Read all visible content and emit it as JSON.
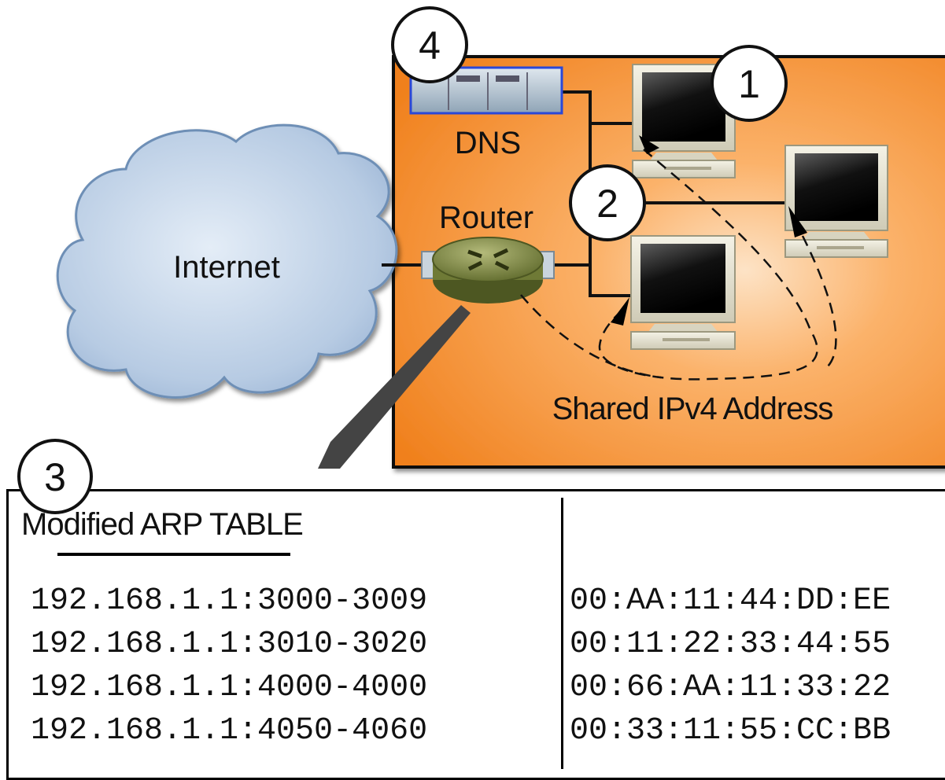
{
  "diagram": {
    "cloud_label": "Internet",
    "dns_label": "DNS",
    "router_label": "Router",
    "shared_label": "Shared IPv4 Address",
    "markers": [
      "1",
      "2",
      "3",
      "4"
    ],
    "network_fill": "#f58a1f"
  },
  "arp_table": {
    "title": "Modified ARP TABLE",
    "ip_ranges": [
      "192.168.1.1:3000-3009",
      "192.168.1.1:3010-3020",
      "192.168.1.1:4000-4000",
      "192.168.1.1:4050-4060"
    ],
    "mac_addresses": [
      "00:AA:11:44:DD:EE",
      "00:11:22:33:44:55",
      "00:66:AA:11:33:22",
      "00:33:11:55:CC:BB"
    ]
  }
}
